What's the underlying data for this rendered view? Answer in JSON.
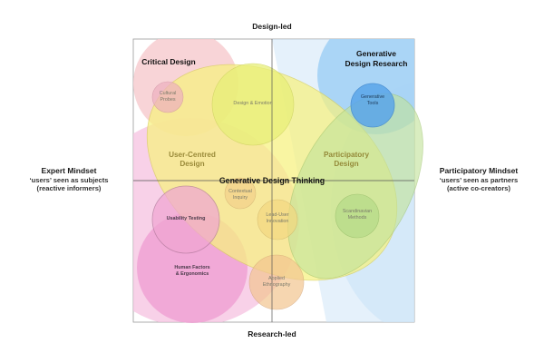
{
  "axes": {
    "top": "Design-led",
    "bottom": "Research-led",
    "left": {
      "title": "Expert Mindset",
      "line1": "‘users’ seen as subjects",
      "line2": "(reactive informers)"
    },
    "right": {
      "title": "Participatory Mindset",
      "line1": "‘users’ seen as partners",
      "line2": "(active co-creators)"
    }
  },
  "regions": {
    "critical_design": "Critical Design",
    "generative_design_research": [
      "Generative",
      "Design Research"
    ],
    "user_centred_design": [
      "User-Centred",
      "Design"
    ],
    "participatory_design": [
      "Participatory",
      "Design"
    ],
    "generative_design_thinking": "Generative Design Thinking"
  },
  "methods": {
    "cultural_probes": [
      "Cultural",
      "Probes"
    ],
    "design_and_emotion": "Design & Emotion",
    "generative_tools": [
      "Generative",
      "Tools"
    ],
    "contextual_inquiry": [
      "Contextual",
      "Inquiry"
    ],
    "lead_user_innovation": [
      "Lead-User",
      "Innovation"
    ],
    "scandinavian_methods": [
      "Scandinavian",
      "Methods"
    ],
    "usability_testing": "Usability Testing",
    "human_factors": [
      "Human Factors",
      "& Ergonomics"
    ],
    "applied_ethnography": [
      "Applied",
      "Ethnography"
    ]
  },
  "colors": {
    "critical_design": "#f6c9cc",
    "generative_research": "#8fcaf2",
    "generative_research_inner": "#5aa7ea",
    "user_centred": "#f3b7d8",
    "human_factors": "#ef9fd0",
    "generative_thinking": "#f5f07a",
    "participatory": "#c6e39a",
    "gridline": "#555555"
  }
}
